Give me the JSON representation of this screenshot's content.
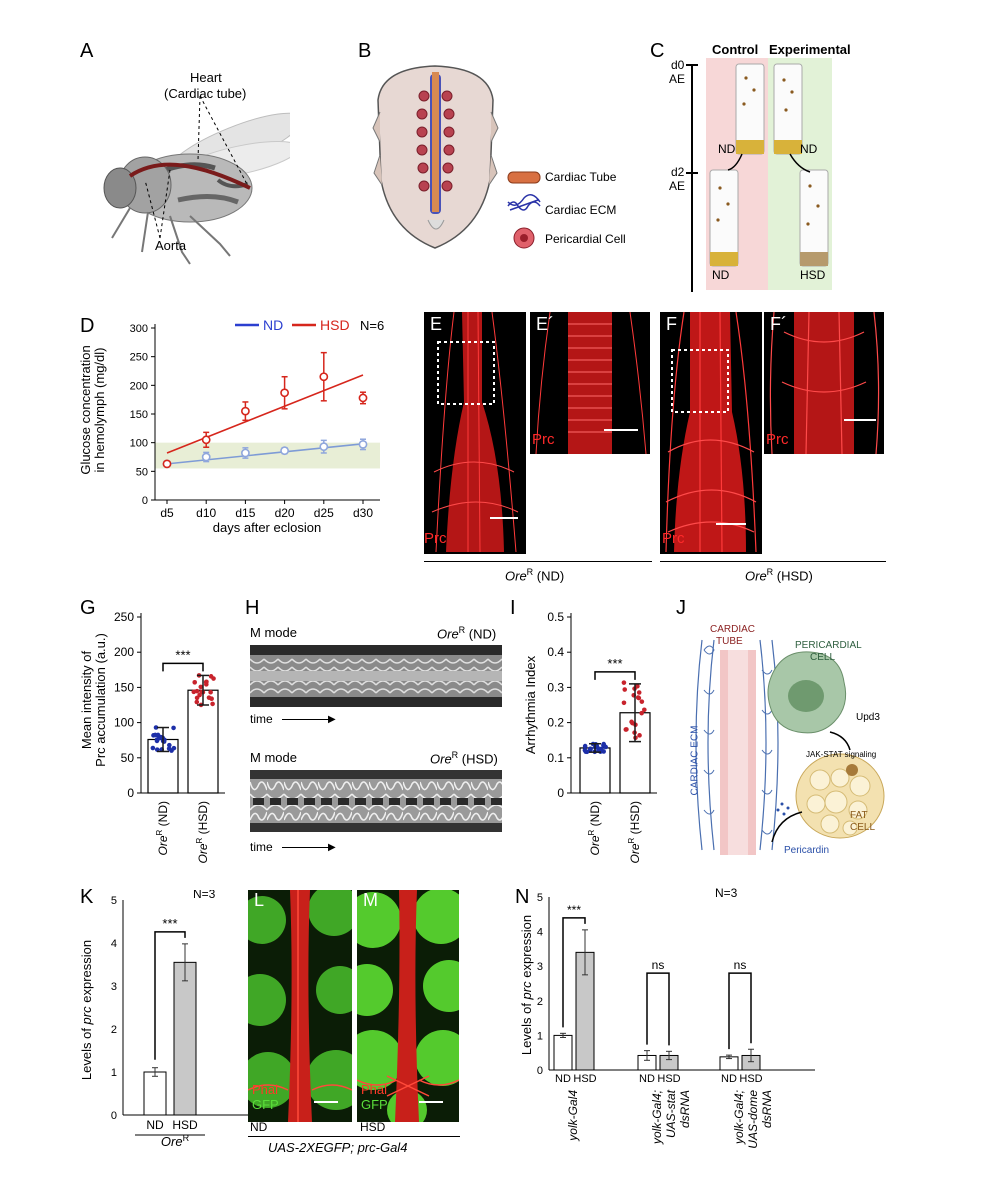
{
  "panel_letters": {
    "A": "A",
    "B": "B",
    "C": "C",
    "D": "D",
    "E": "E",
    "E2": "E´",
    "F": "F",
    "F2": "F´",
    "G": "G",
    "H": "H",
    "I": "I",
    "J": "J",
    "K": "K",
    "L": "L",
    "M": "M",
    "N": "N"
  },
  "panel_a": {
    "heart_label_1": "Heart",
    "heart_label_2": "(Cardiac tube)",
    "aorta_label": "Aorta"
  },
  "panel_b": {
    "legend": [
      {
        "label": "Cardiac Tube"
      },
      {
        "label": "Cardiac ECM"
      },
      {
        "label": "Pericardial Cell"
      }
    ]
  },
  "panel_c": {
    "control": "Control",
    "experimental": "Experimental",
    "d0": "d0",
    "d2": "d2",
    "ae": "AE",
    "vial_nd": "ND",
    "vial_hsd": "HSD"
  },
  "panel_e_label": "Prc",
  "panel_e2_label": "Prc",
  "panel_f_label": "Prc",
  "panel_f2_label": "Prc",
  "ef_caption_nd": {
    "base": "Ore",
    "sup": "R",
    "cond": " (ND)"
  },
  "ef_caption_hsd": {
    "base": "Ore",
    "sup": "R",
    "cond": " (HSD)"
  },
  "panel_h": {
    "mmode": "M mode",
    "time": "time",
    "nd_base": "Ore",
    "sup": "R",
    "nd_cond": " (ND)",
    "hsd_cond": " (HSD)"
  },
  "panel_j": {
    "cardiac": "CARDIAC",
    "tube": "TUBE",
    "pericardial": "PERICARDIAL",
    "cell": "CELL",
    "upd3": "Upd3",
    "jak": "JAK-STAT signaling",
    "fat": "FAT",
    "fatcell": "CELL",
    "ecm": "CARDIAC ECM",
    "pericardin": "Pericardin"
  },
  "panel_lm": {
    "phal": "Phal",
    "gfp": "GFP",
    "nd": "ND",
    "hsd": "HSD",
    "caption": "UAS-2XEGFP; prc-Gal4"
  },
  "charts": [
    {
      "id": "D",
      "type": "line",
      "ylabel_1": "Glucose concentration",
      "ylabel_2": "in hemolymph (mg/dl)",
      "xlabel": "days after eclosion",
      "categories": [
        "d5",
        "d10",
        "d15",
        "d20",
        "d25",
        "d30"
      ],
      "ylim": [
        0,
        300
      ],
      "yticks": [
        0,
        50,
        100,
        150,
        200,
        250,
        300
      ],
      "legend": [
        {
          "name": "ND",
          "color": "#2b3fd0"
        },
        {
          "name": "HSD",
          "color": "#d6261c"
        }
      ],
      "n_label": "N=6",
      "band": [
        55,
        100
      ],
      "series": [
        {
          "name": "ND",
          "color": "#8fa6dc",
          "line_color": "#7e9bd6",
          "values": [
            63,
            75,
            82,
            86,
            93,
            97
          ],
          "errors": [
            4,
            8,
            9,
            5,
            11,
            9
          ],
          "trend": [
            63,
            98
          ]
        },
        {
          "name": "HSD",
          "color": "#d6261c",
          "line_color": "#d6261c",
          "values": [
            63,
            105,
            155,
            187,
            215,
            178
          ],
          "errors": [
            4,
            13,
            16,
            28,
            42,
            10
          ],
          "trend": [
            82,
            218
          ]
        }
      ]
    },
    {
      "id": "G",
      "type": "bar",
      "ylabel_1": "Mean intensity of",
      "ylabel_2": "Prc accumulation (a.u.)",
      "ylim": [
        0,
        250
      ],
      "yticks": [
        0,
        50,
        100,
        150,
        200,
        250
      ],
      "categories": [
        {
          "base": "Ore",
          "sup": "R",
          "cond": " (ND)"
        },
        {
          "base": "Ore",
          "sup": "R",
          "cond": " (HSD)"
        }
      ],
      "values": [
        76,
        146
      ],
      "errors": [
        17,
        21
      ],
      "dot_colors": [
        "#1d2fa8",
        "#c8232c"
      ],
      "sig": "***"
    },
    {
      "id": "I",
      "type": "bar",
      "ylabel": "Arrhythmia Index",
      "ylim": [
        0,
        0.5
      ],
      "yticks": [
        0,
        0.1,
        0.2,
        0.3,
        0.4,
        0.5
      ],
      "categories": [
        {
          "base": "Ore",
          "sup": "R",
          "cond": " (ND)"
        },
        {
          "base": "Ore",
          "sup": "R",
          "cond": " (HSD)"
        }
      ],
      "values": [
        0.128,
        0.228
      ],
      "errors": [
        0.012,
        0.082
      ],
      "dot_colors": [
        "#1d2fa8",
        "#c8232c"
      ],
      "sig": "***"
    },
    {
      "id": "K",
      "type": "bar",
      "ylabel_pre": "Levels of ",
      "ylabel_it": "prc",
      "ylabel_post": " expression",
      "ylim": [
        0,
        5
      ],
      "yticks": [
        0,
        1,
        2,
        3,
        4,
        5
      ],
      "categories": [
        "ND",
        "HSD"
      ],
      "values": [
        1.0,
        3.55
      ],
      "errors": [
        0.1,
        0.43
      ],
      "fills": [
        "#ffffff",
        "#c8c8c8"
      ],
      "n_label": "N=3",
      "sig": "***",
      "group_base": "Ore",
      "group_sup": "R"
    },
    {
      "id": "N",
      "type": "bar",
      "ylabel_pre": "Levels of ",
      "ylabel_it": "prc",
      "ylabel_post": " expression",
      "ylim": [
        0,
        5
      ],
      "yticks": [
        0,
        1,
        2,
        3,
        4,
        5
      ],
      "n_label": "N=3",
      "groups": [
        {
          "lines": [
            "yolk-Gal4"
          ],
          "values": [
            1.0,
            3.4
          ],
          "errors": [
            0.06,
            0.65
          ],
          "sig": "***"
        },
        {
          "lines": [
            "yolk-Gal4;",
            "UAS-stat",
            "dsRNA"
          ],
          "values": [
            0.42,
            0.42
          ],
          "errors": [
            0.14,
            0.12
          ],
          "sig": "ns"
        },
        {
          "lines": [
            "yolk-Gal4;",
            "UAS-dome",
            "dsRNA"
          ],
          "values": [
            0.38,
            0.42
          ],
          "errors": [
            0.05,
            0.18
          ],
          "sig": "ns"
        }
      ],
      "bar_labels": [
        "ND",
        "HSD"
      ],
      "fills": [
        "#ffffff",
        "#c8c8c8"
      ]
    }
  ]
}
